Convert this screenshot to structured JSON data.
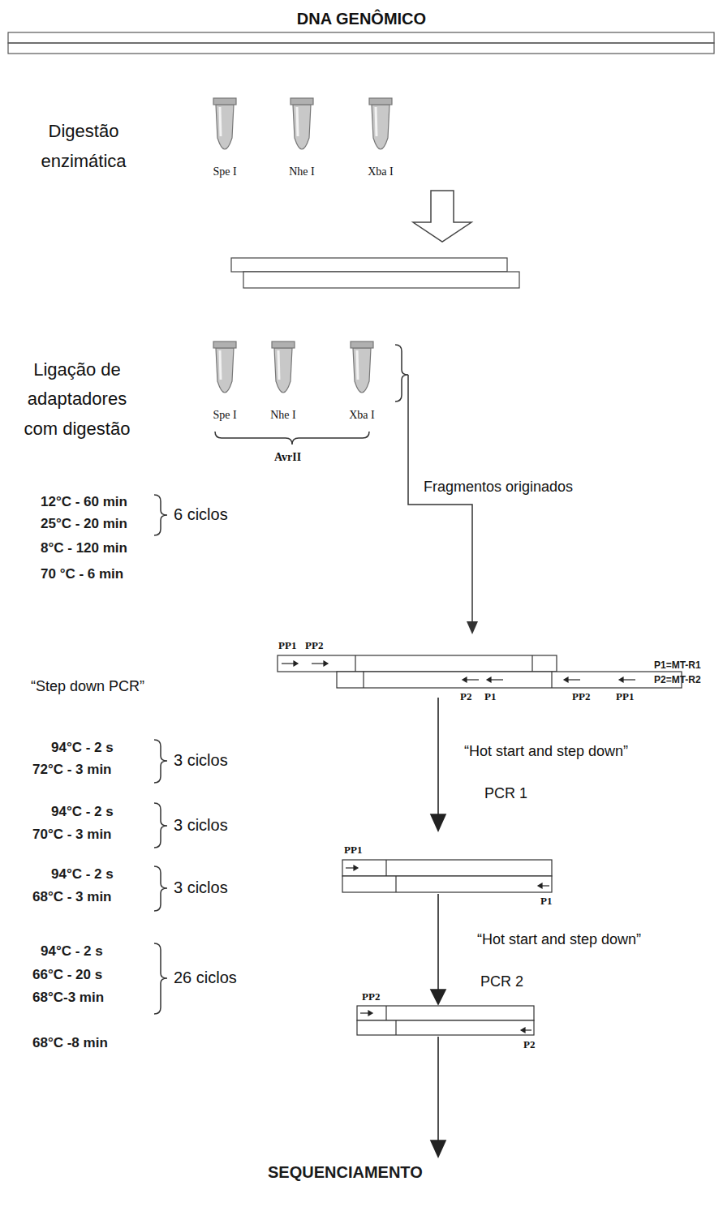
{
  "diagram": {
    "title": "DNA GENÔMICO",
    "nodes": [
      {
        "text": [
          "Spe I"
        ]
      },
      {
        "text": [
          "Nhe I"
        ]
      },
      {
        "text": [
          "Xba I"
        ]
      },
      {
        "text": [
          "Spe I"
        ]
      },
      {
        "text": [
          "Nhe I"
        ]
      },
      {
        "text": [
          "Xba I"
        ]
      }
    ],
    "labels": [
      "Digestão enzimática",
      "Ligação de adaptadores com digestão",
      "AvrII",
      "Fragmentos originados",
      "12°C - 60 min",
      "25°C - 20 min",
      "6 ciclos",
      "8°C - 120 min",
      "70 °C - 6 min",
      "PP1",
      "PP2",
      "P2",
      "P1",
      "PP2",
      "PP1",
      "P1=MT-R1",
      "P2=MT-R2",
      "“Step down PCR”",
      "“Hot start and step down”",
      "PCR 1",
      "94°C - 2 s",
      "72°C - 3 min",
      "3 ciclos",
      "94°C - 2 s",
      "70°C - 3 min",
      "3 ciclos",
      "94°C - 2 s",
      "68°C - 3 min",
      "3 ciclos",
      "94°C - 2 s",
      "66°C - 20 s",
      "68°C-3 min",
      "26 ciclos",
      "68°C -8 min",
      "PP1",
      "P1",
      "“Hot start and step down”",
      "PCR 2",
      "PP2",
      "P2",
      "SEQUENCIAMENTO"
    ]
  }
}
